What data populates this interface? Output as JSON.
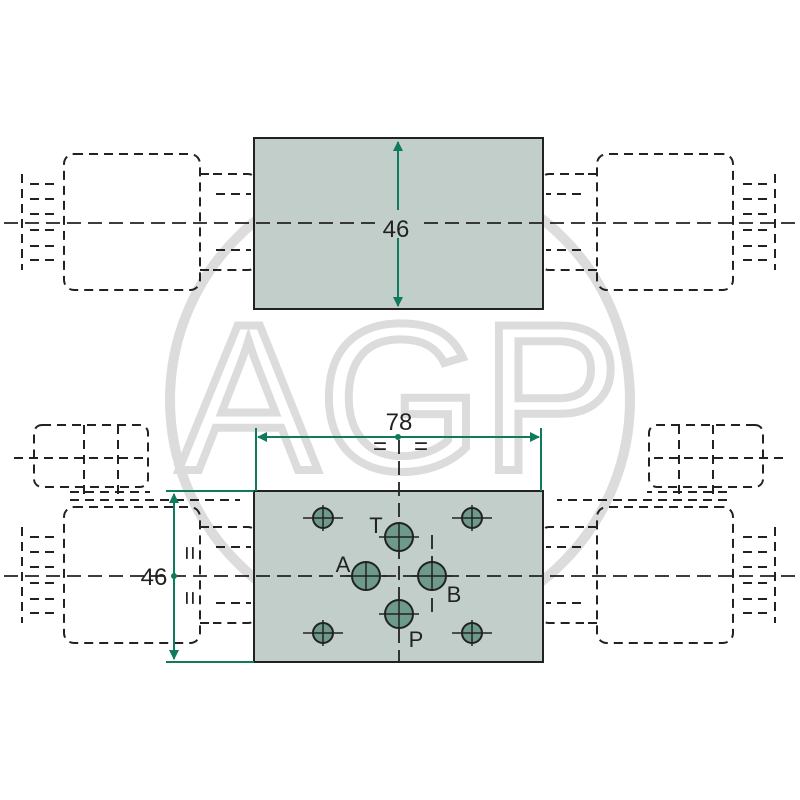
{
  "watermark": {
    "text": "AGP",
    "color": "#d6d6d6"
  },
  "colors": {
    "body_fill": "#c2ceca",
    "dimension": "#0f7a5c",
    "hole_fill": "#6e9a8b"
  },
  "top_view": {
    "height_dimension": "46"
  },
  "bottom_view": {
    "width_dimension": "78",
    "height_dimension": "46",
    "ports": {
      "T": "T",
      "A": "A",
      "B": "B",
      "P": "P"
    },
    "equal_mark": "="
  }
}
